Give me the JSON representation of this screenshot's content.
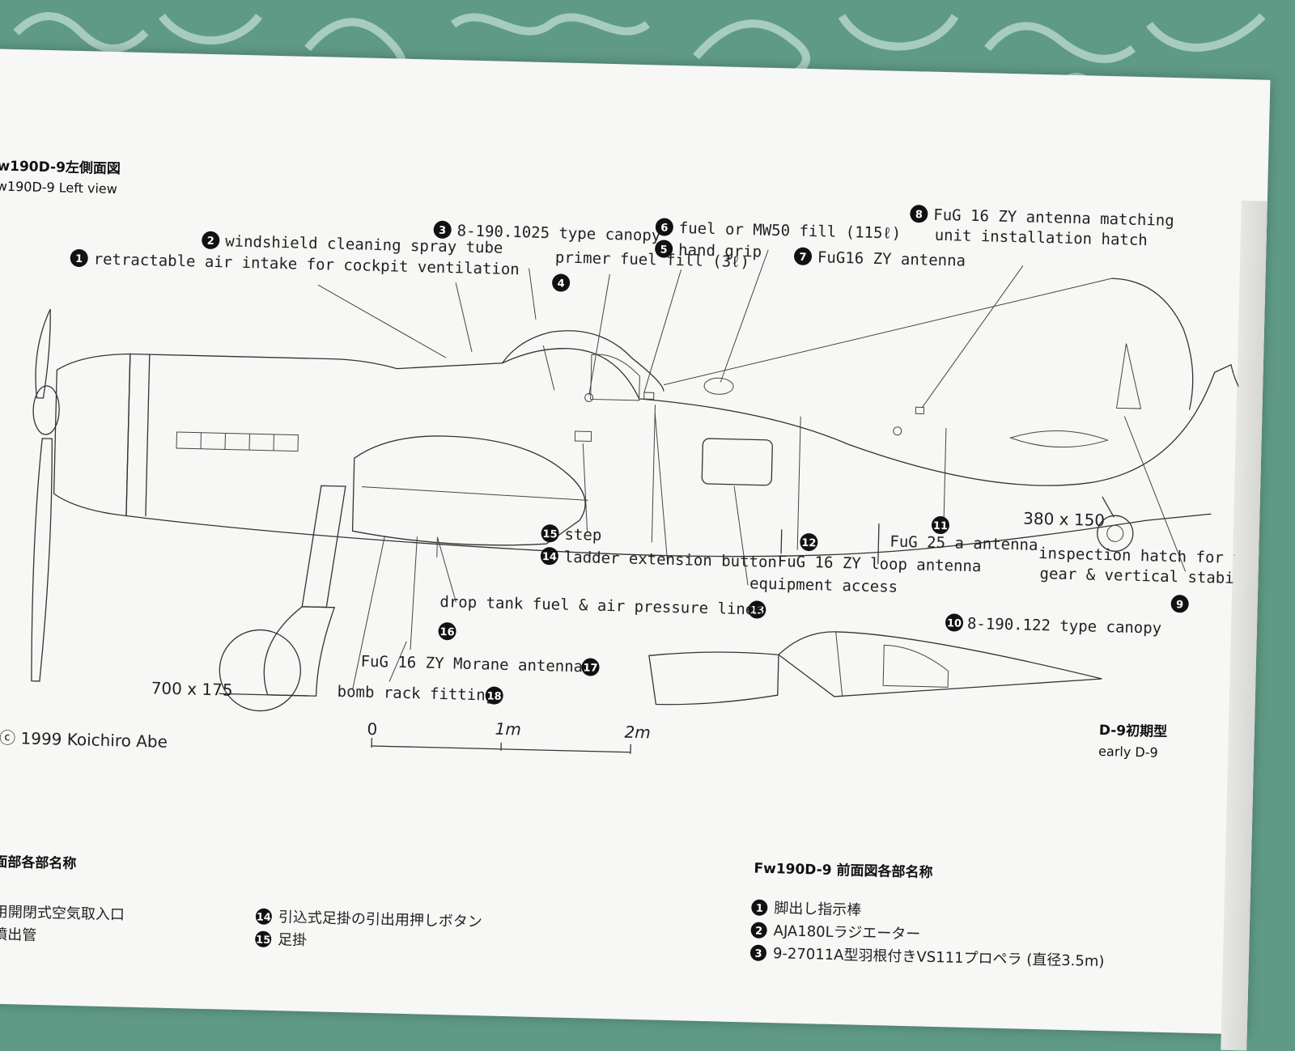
{
  "heading": {
    "title_jp": "w190D-9左側面図",
    "title_en": "w190D-9  Left view"
  },
  "callouts": [
    {
      "n": "1",
      "text": "retractable air intake for cockpit ventilation"
    },
    {
      "n": "2",
      "text": "windshield cleaning spray tube"
    },
    {
      "n": "3",
      "text": "8-190.1025 type canopy"
    },
    {
      "n": "4",
      "text": "primer fuel fill (3ℓ)"
    },
    {
      "n": "5",
      "text": "hand grip"
    },
    {
      "n": "6",
      "text": "fuel or MW50 fill (115ℓ)"
    },
    {
      "n": "7",
      "text": "FuG16 ZY antenna"
    },
    {
      "n": "8",
      "text": "FuG 16 ZY antenna matching",
      "text2": "unit installation hatch"
    },
    {
      "n": "9",
      "text": "inspection hatch for tail",
      "text2": "gear & vertical stabilizer"
    },
    {
      "n": "10",
      "text": "8-190.122 type canopy"
    },
    {
      "n": "11",
      "text": "FuG 25 a antenna"
    },
    {
      "n": "12",
      "text": "FuG 16 ZY loop antenna"
    },
    {
      "n": "13",
      "text": "equipment access"
    },
    {
      "n": "14",
      "text": "ladder extension button"
    },
    {
      "n": "15",
      "text": "step"
    },
    {
      "n": "16",
      "text": "drop tank fuel & air pressure lines"
    },
    {
      "n": "17",
      "text": "FuG 16 ZY  Morane antenna"
    },
    {
      "n": "18",
      "text": "bomb rack fitting"
    }
  ],
  "dimensions": {
    "main_wheel": "700 x 175",
    "tail_wheel": "380 x 150"
  },
  "scale": {
    "zero": "0",
    "one": "1m",
    "two": "2m"
  },
  "copyright": "ⓒ 1999  Koichiro  Abe",
  "early": {
    "jp": "D-9初期型",
    "en": "early D-9"
  },
  "lower": {
    "left_heading": "側面部各部名称",
    "left_items": [
      "気用開閉式空気取入口",
      "料噴出管"
    ],
    "mid_items": [
      {
        "n": "14",
        "text": "引込式足掛の引出用押しボタン"
      },
      {
        "n": "15",
        "text": "足掛"
      }
    ],
    "right_heading": "Fw190D-9 前面図各部名称",
    "right_items": [
      {
        "n": "1",
        "text": "脚出し指示棒"
      },
      {
        "n": "2",
        "text": "AJA180Lラジエーター"
      },
      {
        "n": "3",
        "text": "9-27011A型羽根付きVS111プロペラ (直径3.5m)"
      }
    ]
  }
}
